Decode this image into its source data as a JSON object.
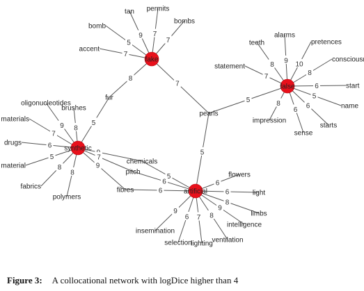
{
  "figure": {
    "caption_label": "Figure 3:",
    "caption_text": "A collocational network with logDice higher than 4"
  },
  "network": {
    "node_color": "#e8101b",
    "hubs": [
      "fake",
      "false",
      "synthetic",
      "artificial"
    ],
    "edges": [
      {
        "source": "fake",
        "target": "tan",
        "logDice": 9
      },
      {
        "source": "fake",
        "target": "permits",
        "logDice": 7
      },
      {
        "source": "fake",
        "target": "bombs",
        "logDice": 7
      },
      {
        "source": "fake",
        "target": "bomb",
        "logDice": 5
      },
      {
        "source": "fake",
        "target": "accent",
        "logDice": 7
      },
      {
        "source": "fake",
        "target": "fur",
        "logDice": 8
      },
      {
        "source": "fake",
        "target": "pearls",
        "logDice": 7
      },
      {
        "source": "false",
        "target": "teeth",
        "logDice": 8
      },
      {
        "source": "false",
        "target": "alarms",
        "logDice": 9
      },
      {
        "source": "false",
        "target": "pretences",
        "logDice": 10
      },
      {
        "source": "false",
        "target": "consciousness",
        "logDice": 8
      },
      {
        "source": "false",
        "target": "statement",
        "logDice": 7
      },
      {
        "source": "false",
        "target": "start",
        "logDice": 6
      },
      {
        "source": "false",
        "target": "name",
        "logDice": 5
      },
      {
        "source": "false",
        "target": "starts",
        "logDice": 6
      },
      {
        "source": "false",
        "target": "sense",
        "logDice": 6
      },
      {
        "source": "false",
        "target": "impression",
        "logDice": 8
      },
      {
        "source": "false",
        "target": "pearls",
        "logDice": 5
      },
      {
        "source": "synthetic",
        "target": "fur",
        "logDice": 5
      },
      {
        "source": "synthetic",
        "target": "oligonucleotides",
        "logDice": 9
      },
      {
        "source": "synthetic",
        "target": "brushes",
        "logDice": 8
      },
      {
        "source": "synthetic",
        "target": "materials",
        "logDice": 7
      },
      {
        "source": "synthetic",
        "target": "drugs",
        "logDice": 6
      },
      {
        "source": "synthetic",
        "target": "material",
        "logDice": 5
      },
      {
        "source": "synthetic",
        "target": "fabrics",
        "logDice": 8
      },
      {
        "source": "synthetic",
        "target": "polymers",
        "logDice": 8
      },
      {
        "source": "synthetic",
        "target": "chemicals",
        "logDice": 9
      },
      {
        "source": "synthetic",
        "target": "pitch",
        "logDice": 7
      },
      {
        "source": "synthetic",
        "target": "fibres",
        "logDice": 9
      },
      {
        "source": "artificial",
        "target": "chemicals",
        "logDice": 5
      },
      {
        "source": "artificial",
        "target": "pitch",
        "logDice": 6
      },
      {
        "source": "artificial",
        "target": "fibres",
        "logDice": 6
      },
      {
        "source": "artificial",
        "target": "pearls",
        "logDice": 5
      },
      {
        "source": "artificial",
        "target": "flowers",
        "logDice": 6
      },
      {
        "source": "artificial",
        "target": "light",
        "logDice": 6
      },
      {
        "source": "artificial",
        "target": "limbs",
        "logDice": 8
      },
      {
        "source": "artificial",
        "target": "intelligence",
        "logDice": 9
      },
      {
        "source": "artificial",
        "target": "ventilation",
        "logDice": 8
      },
      {
        "source": "artificial",
        "target": "lighting",
        "logDice": 7
      },
      {
        "source": "artificial",
        "target": "selection",
        "logDice": 6
      },
      {
        "source": "artificial",
        "target": "insemination",
        "logDice": 9
      }
    ]
  }
}
